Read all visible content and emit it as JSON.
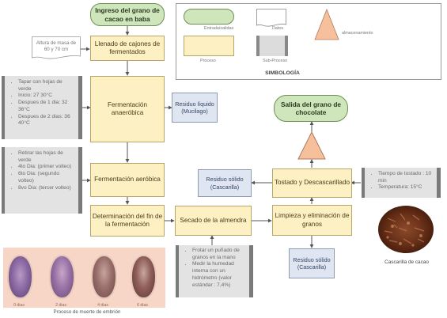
{
  "nodes": {
    "start": "Ingreso del grano de cacao en baba",
    "llenado": "Llenado de cajones de fermentados",
    "anaerobica": "Fermentación anaeróbica",
    "aerobica": "Fermentación aeróbica",
    "determinacion": "Determinación del fin de la fermentación",
    "secado": "Secado de la almendra",
    "limpieza": "Limpieza y eliminación de granos",
    "tostado": "Tostado y Descascarillado",
    "end": "Salida del grano de chocolate"
  },
  "outputs": {
    "liquido": "Residuo líquido (Mucilago)",
    "solido_tostado": "Residuo sólido (Cascarilla)",
    "solido_limpieza": "Residuo sólido (Cascarilla)"
  },
  "doc_note": "Altura de masa de 60 y 70 cm",
  "notes": {
    "anaerobica": [
      "Tapar con hojas de verde",
      "Inicio: 27 30°C",
      "Despues de 1 dia: 32 36°C",
      "Despues de 2 dias: 36 40°C"
    ],
    "aerobica": [
      "Retirar las hojas de verde",
      "4to Dia: (primer volteo)",
      "6to Dia: (segundo volteo)",
      "8vo Dia: (tercer volteo)"
    ],
    "secado": [
      "Frotar un puñado de granos en la mano",
      "Medir la humedad interna con un hidrómetro (valor estándar : 7,4%)"
    ],
    "tostado": [
      "Tiempo de tostado : 10 min",
      "Temperatura: 15°C"
    ]
  },
  "legend": {
    "title": "SIMBOLOGÍA",
    "entrada": "Entrada/salidas",
    "datos": "Datos",
    "almacenamiento": "almacenamiento",
    "proceso": "Proceso",
    "subproceso": "Sub-Proceso"
  },
  "embryo_photos": {
    "days": [
      "0 dias",
      "2 dias",
      "4 dias",
      "6 dias"
    ],
    "caption": "Proceso de muerte de embrión"
  },
  "cascarilla_caption": "Cascarilla de cacao",
  "colors": {
    "process_fill": "#fdf0c2",
    "terminal_fill": "#cfe6bd",
    "output_fill": "#dfe6f2",
    "storage_fill": "#f6c09d",
    "arrow": "#555555"
  }
}
